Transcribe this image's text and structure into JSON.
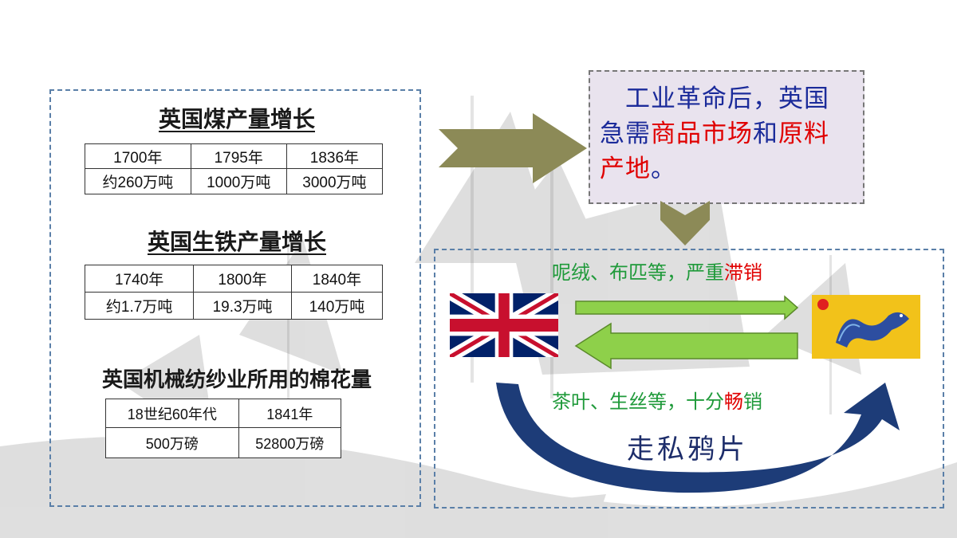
{
  "coal": {
    "title": "英国煤产量增长",
    "headers": [
      "1700年",
      "1795年",
      "1836年"
    ],
    "values": [
      "约260万吨",
      "1000万吨",
      "3000万吨"
    ]
  },
  "iron": {
    "title": "英国生铁产量增长",
    "headers": [
      "1740年",
      "1800年",
      "1840年"
    ],
    "values": [
      "约1.7万吨",
      "19.3万吨",
      "140万吨"
    ]
  },
  "cotton": {
    "title": "英国机械纺纱业所用的棉花量",
    "headers": [
      "18世纪60年代",
      "1841年"
    ],
    "values": [
      "500万磅",
      "52800万磅"
    ]
  },
  "notice": {
    "line1": "工业革命后，英国",
    "line2_part1": "急需",
    "line2_hl1": "商品市场",
    "line2_part2": "和",
    "line2_hl2": "原料",
    "line3_hl": "产地",
    "line3_end": "。"
  },
  "trade": {
    "export_text": "呢绒、布匹等，严重",
    "export_highlight": "滞销",
    "import_text": "茶叶、生丝等，十分",
    "import_highlight_red": "畅",
    "import_highlight_green": "销",
    "smuggle_label": "走私鸦片"
  },
  "colors": {
    "panel_border": "#5a7fa8",
    "notice_text": "#1b2b9a",
    "highlight_red": "#e00000",
    "trade_green": "#1f9a3a",
    "arrow_olive": "#8c8a57",
    "arrow_green": "#8ed04a",
    "arc_navy": "#1d3c78",
    "qing_flag_yellow": "#f2c21a"
  },
  "icons": {
    "uk_flag": "union-jack-flag-icon",
    "qing_flag": "qing-dragon-flag-icon"
  }
}
